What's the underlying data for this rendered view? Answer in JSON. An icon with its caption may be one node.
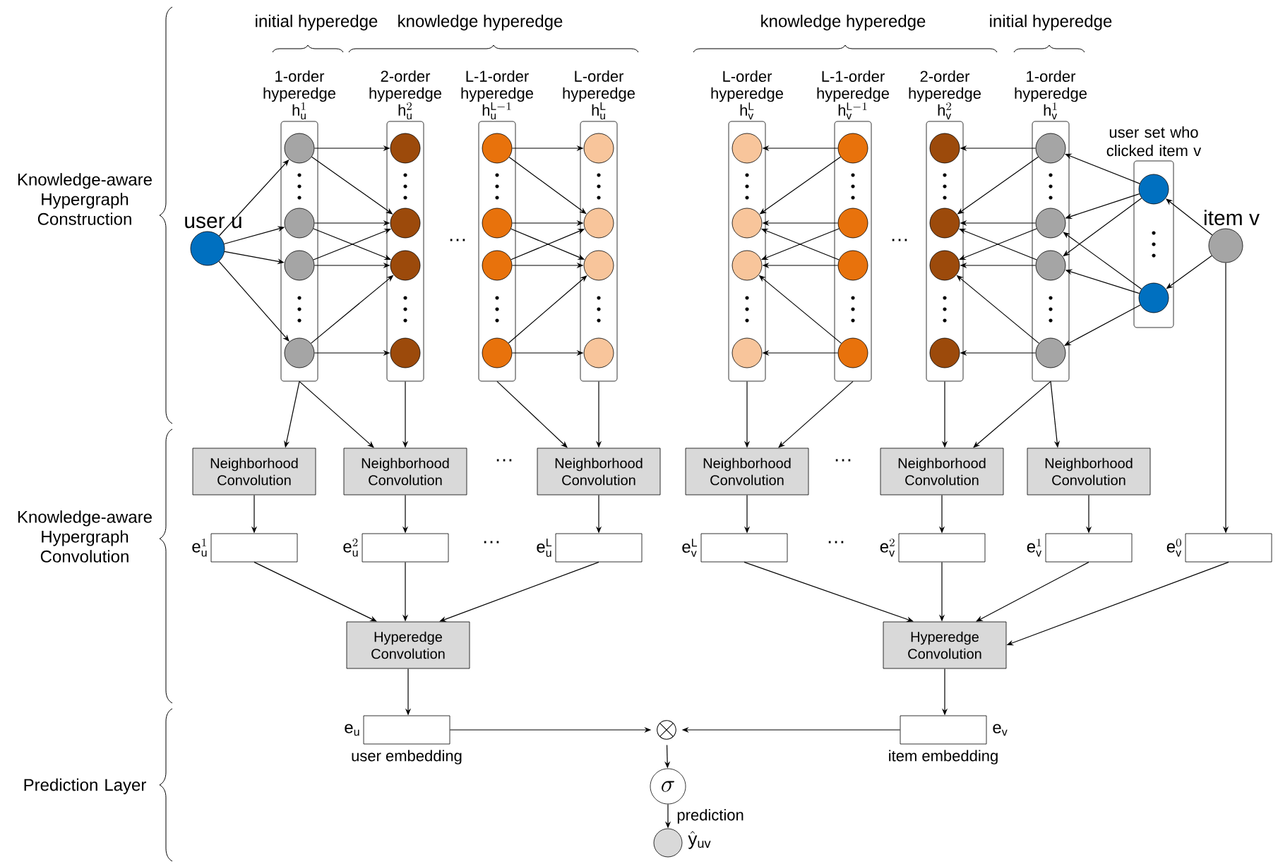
{
  "diagram": {
    "nodes": [
      {
        "text": [
          "user u"
        ]
      },
      {
        "text": [
          "1-order hyperedge",
          "\\mathrm{h}_{\\mathrm{u}}^{1}"
        ]
      },
      {
        "text": [],
        "shape": "circle",
        "in": 1
      },
      {
        "text": [],
        "shape": "circle",
        "in": 1
      },
      {
        "text": [],
        "shape": "circle",
        "in": 1
      },
      {
        "text": [],
        "shape": "circle",
        "in": 1
      },
      {
        "text": [
          "2-order hyperedge",
          "\\mathrm{h}_{\\mathrm{u}}^{2}"
        ]
      },
      {
        "text": [],
        "shape": "circle",
        "in": 6
      },
      {
        "text": [],
        "shape": "circle",
        "in": 6
      },
      {
        "text": [],
        "shape": "circle",
        "in": 6
      },
      {
        "text": [],
        "shape": "circle",
        "in": 6
      },
      {
        "text": [
          "L-1-order hyperedge",
          "\\mathrm{h}_{\\mathrm{u}}^{\\mathrm{L}-1}"
        ]
      },
      {
        "text": [],
        "shape": "circle",
        "in": 11
      },
      {
        "text": [],
        "shape": "circle",
        "in": 11
      },
      {
        "text": [],
        "shape": "circle",
        "in": 11
      },
      {
        "text": [],
        "shape": "circle",
        "in": 11
      },
      {
        "text": [
          "L-order hyperedge",
          "\\mathrm{h}_{\\mathrm{u}}^{\\mathrm{L}}"
        ]
      },
      {
        "text": [],
        "shape": "circle",
        "in": 16
      },
      {
        "text": [],
        "shape": "circle",
        "in": 16
      },
      {
        "text": [],
        "shape": "circle",
        "in": 16
      },
      {
        "text": [],
        "shape": "circle",
        "in": 16
      },
      {
        "text": [
          "L-order hyperedge",
          "\\mathrm{h}_{\\mathrm{v}}^{\\mathrm{L}}"
        ]
      },
      {
        "text": [],
        "shape": "circle",
        "in": 21
      },
      {
        "text": [],
        "shape": "circle",
        "in": 21
      },
      {
        "text": [],
        "shape": "circle",
        "in": 21
      },
      {
        "text": [],
        "shape": "circle",
        "in": 21
      },
      {
        "text": [
          "L-1-order hyperedge",
          "\\mathrm{h}_{\\mathrm{v}}^{\\mathrm{L}-1}"
        ]
      },
      {
        "text": [],
        "shape": "circle",
        "in": 26
      },
      {
        "text": [],
        "shape": "circle",
        "in": 26
      },
      {
        "text": [],
        "shape": "circle",
        "in": 26
      },
      {
        "text": [],
        "shape": "circle",
        "in": 26
      },
      {
        "text": [
          "2-order hyperedge",
          "\\mathrm{h}_{\\mathrm{v}}^{2}"
        ]
      },
      {
        "text": [],
        "shape": "circle",
        "in": 31
      },
      {
        "text": [],
        "shape": "circle",
        "in": 31
      },
      {
        "text": [],
        "shape": "circle",
        "in": 31
      },
      {
        "text": [],
        "shape": "circle",
        "in": 31
      },
      {
        "text": [
          "1-order hyperedge",
          "\\mathrm{h}_{\\mathrm{v}}^{1}"
        ]
      },
      {
        "text": [],
        "shape": "circle",
        "in": 36
      },
      {
        "text": [],
        "shape": "circle",
        "in": 36
      },
      {
        "text": [],
        "shape": "circle",
        "in": 36
      },
      {
        "text": [],
        "shape": "circle",
        "in": 36
      },
      {
        "text": [
          "user set who clicked item v"
        ]
      },
      {
        "text": [],
        "shape": "circle",
        "in": 41
      },
      {
        "text": [],
        "shape": "circle",
        "in": 41
      },
      {
        "text": [
          "item v"
        ]
      },
      {
        "text": [
          "Neighborhood Convolution"
        ]
      },
      {
        "text": [
          "Neighborhood Convolution"
        ]
      },
      {
        "text": [
          "Neighborhood Convolution"
        ]
      },
      {
        "text": [
          "Neighborhood Convolution"
        ]
      },
      {
        "text": [
          "Neighborhood Convolution"
        ]
      },
      {
        "text": [
          "Neighborhood Convolution"
        ]
      },
      {
        "text": [],
        "shape": "bar",
        "beside": [
          "\\mathrm{e}_{\\mathrm{u}}^{1}"
        ]
      },
      {
        "text": [],
        "shape": "bar",
        "beside": [
          "\\mathrm{e}_{\\mathrm{u}}^{2}"
        ]
      },
      {
        "text": [],
        "shape": "bar",
        "beside": [
          "\\mathrm{e}_{\\mathrm{u}}^{\\mathrm{L}}"
        ]
      },
      {
        "text": [],
        "shape": "bar",
        "beside": [
          "\\mathrm{e}_{\\mathrm{v}}^{\\mathrm{L}}"
        ]
      },
      {
        "text": [],
        "shape": "bar",
        "beside": [
          "\\mathrm{e}_{\\mathrm{v}}^{2}"
        ]
      },
      {
        "text": [],
        "shape": "bar",
        "beside": [
          "\\mathrm{e}_{\\mathrm{v}}^{1}"
        ]
      },
      {
        "text": [],
        "shape": "bar",
        "beside": [
          "\\mathrm{e}_{\\mathrm{v}}^{0}"
        ]
      },
      {
        "text": [
          "Hyperedge Convolution"
        ]
      },
      {
        "text": [
          "Hyperedge Convolution"
        ]
      },
      {
        "text": [],
        "shape": "bar",
        "beside": [
          "\\mathrm{e}_{\\mathrm{u}}",
          "user embedding"
        ]
      },
      {
        "text": [],
        "shape": "bar",
        "beside": [
          "\\mathrm{e}_{\\mathrm{v}}",
          "item embedding"
        ]
      },
      {
        "text": [
          "\\otimes"
        ]
      },
      {
        "text": [
          "\\sigma"
        ]
      },
      {
        "text": [],
        "shape": "circle",
        "beside": [
          "\\hat{\\mathrm{y}}_{\\mathrm{uv}}"
        ]
      }
    ],
    "edges": [
      {
        "from": 0,
        "to": 2,
        "arrow": "to"
      },
      {
        "from": 0,
        "to": 3,
        "arrow": "to"
      },
      {
        "from": 0,
        "to": 4,
        "arrow": "to"
      },
      {
        "from": 0,
        "to": 5,
        "arrow": "to"
      },
      {
        "from": 2,
        "to": 7,
        "arrow": "to"
      },
      {
        "from": 2,
        "to": 8,
        "arrow": "to"
      },
      {
        "from": 3,
        "to": 8,
        "arrow": "to"
      },
      {
        "from": 3,
        "to": 9,
        "arrow": "to"
      },
      {
        "from": 4,
        "to": 9,
        "arrow": "to"
      },
      {
        "from": 4,
        "to": 8,
        "arrow": "to"
      },
      {
        "from": 5,
        "to": 10,
        "arrow": "to"
      },
      {
        "from": 5,
        "to": 9,
        "arrow": "to"
      },
      {
        "from": 12,
        "to": 17,
        "arrow": "to"
      },
      {
        "from": 12,
        "to": 18,
        "arrow": "to"
      },
      {
        "from": 13,
        "to": 18,
        "arrow": "to"
      },
      {
        "from": 13,
        "to": 19,
        "arrow": "to"
      },
      {
        "from": 14,
        "to": 19,
        "arrow": "to"
      },
      {
        "from": 14,
        "to": 18,
        "arrow": "to"
      },
      {
        "from": 15,
        "to": 20,
        "arrow": "to"
      },
      {
        "from": 15,
        "to": 19,
        "arrow": "to"
      },
      {
        "from": 27,
        "to": 22,
        "arrow": "to"
      },
      {
        "from": 27,
        "to": 23,
        "arrow": "to"
      },
      {
        "from": 28,
        "to": 23,
        "arrow": "to"
      },
      {
        "from": 28,
        "to": 24,
        "arrow": "to"
      },
      {
        "from": 29,
        "to": 24,
        "arrow": "to"
      },
      {
        "from": 29,
        "to": 23,
        "arrow": "to"
      },
      {
        "from": 30,
        "to": 25,
        "arrow": "to"
      },
      {
        "from": 30,
        "to": 24,
        "arrow": "to"
      },
      {
        "from": 37,
        "to": 32,
        "arrow": "to"
      },
      {
        "from": 37,
        "to": 33,
        "arrow": "to"
      },
      {
        "from": 38,
        "to": 33,
        "arrow": "to"
      },
      {
        "from": 38,
        "to": 34,
        "arrow": "to"
      },
      {
        "from": 39,
        "to": 34,
        "arrow": "to"
      },
      {
        "from": 39,
        "to": 33,
        "arrow": "to"
      },
      {
        "from": 40,
        "to": 35,
        "arrow": "to"
      },
      {
        "from": 40,
        "to": 34,
        "arrow": "to"
      },
      {
        "from": 42,
        "to": 37,
        "arrow": "to"
      },
      {
        "from": 42,
        "to": 38,
        "arrow": "to"
      },
      {
        "from": 42,
        "to": 39,
        "arrow": "to"
      },
      {
        "from": 43,
        "to": 38,
        "arrow": "to"
      },
      {
        "from": 43,
        "to": 39,
        "arrow": "to"
      },
      {
        "from": 43,
        "to": 40,
        "arrow": "to"
      },
      {
        "from": 44,
        "to": 42,
        "arrow": "to"
      },
      {
        "from": 44,
        "to": 43,
        "arrow": "to"
      },
      {
        "from": 1,
        "to": 45,
        "arrow": "to"
      },
      {
        "from": 1,
        "to": 46,
        "arrow": "to"
      },
      {
        "from": 6,
        "to": 46,
        "arrow": "to"
      },
      {
        "from": 11,
        "to": 47,
        "arrow": "to"
      },
      {
        "from": 16,
        "to": 47,
        "arrow": "to"
      },
      {
        "from": 21,
        "to": 48,
        "arrow": "to"
      },
      {
        "from": 26,
        "to": 48,
        "arrow": "to"
      },
      {
        "from": 31,
        "to": 49,
        "arrow": "to"
      },
      {
        "from": 36,
        "to": 49,
        "arrow": "to"
      },
      {
        "from": 36,
        "to": 50,
        "arrow": "to"
      },
      {
        "from": 45,
        "to": 51,
        "arrow": "to"
      },
      {
        "from": 46,
        "to": 52,
        "arrow": "to"
      },
      {
        "from": 47,
        "to": 53,
        "arrow": "to"
      },
      {
        "from": 48,
        "to": 54,
        "arrow": "to"
      },
      {
        "from": 49,
        "to": 55,
        "arrow": "to"
      },
      {
        "from": 50,
        "to": 56,
        "arrow": "to"
      },
      {
        "from": 44,
        "to": 57,
        "arrow": "to"
      },
      {
        "from": 51,
        "to": 58,
        "arrow": "to"
      },
      {
        "from": 52,
        "to": 58,
        "arrow": "to"
      },
      {
        "from": 53,
        "to": 58,
        "arrow": "to"
      },
      {
        "from": 54,
        "to": 59,
        "arrow": "to"
      },
      {
        "from": 55,
        "to": 59,
        "arrow": "to"
      },
      {
        "from": 56,
        "to": 59,
        "arrow": "to"
      },
      {
        "from": 57,
        "to": 59,
        "arrow": "to"
      },
      {
        "from": 58,
        "to": 60,
        "arrow": "to"
      },
      {
        "from": 59,
        "to": 61,
        "arrow": "to"
      },
      {
        "from": 60,
        "to": 62,
        "arrow": "to"
      },
      {
        "from": 61,
        "to": 62,
        "arrow": "to"
      },
      {
        "from": 62,
        "to": 63,
        "arrow": "to"
      },
      {
        "from": 63,
        "to": 64,
        "arrow": "to",
        "label": "prediction"
      }
    ],
    "labels": [
      "initial hyperedge",
      "knowledge hyperedge",
      "knowledge hyperedge",
      "initial hyperedge",
      "Knowledge-aware Hypergraph Construction",
      "…",
      "…",
      "…",
      "…",
      "Knowledge-aware Hypergraph Convolution",
      "…",
      "…",
      "Prediction Layer"
    ]
  }
}
